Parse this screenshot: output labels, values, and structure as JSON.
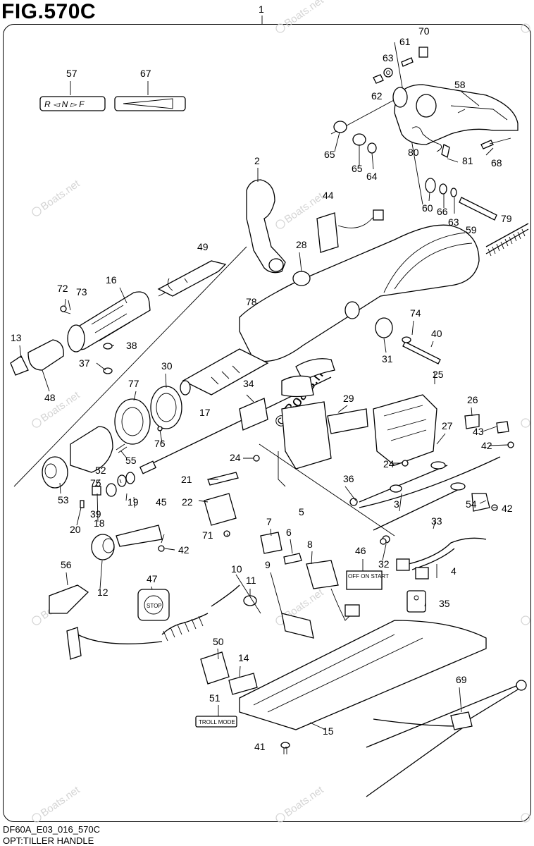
{
  "figure_title": "FIG.570C",
  "footer": {
    "code": "DF60A_E03_016_570C",
    "caption": "OPT:TILLER HANDLE"
  },
  "watermark": "Boats.net",
  "center_watermark": "© Boats.net",
  "plates": {
    "shift_plate": "R ◅ N ▻ F",
    "stop_plate": "STOP",
    "switch_plate": "OFF ON START",
    "troll_plate": "TROLL MODE"
  },
  "callouts": [
    "1",
    "2",
    "3",
    "4",
    "5",
    "6",
    "7",
    "8",
    "9",
    "10",
    "11",
    "12",
    "13",
    "14",
    "15",
    "16",
    "17",
    "18",
    "19",
    "20",
    "21",
    "22",
    "24",
    "24",
    "25",
    "26",
    "27",
    "28",
    "29",
    "30",
    "31",
    "32",
    "33",
    "34",
    "35",
    "36",
    "37",
    "38",
    "39",
    "40",
    "41",
    "42",
    "42",
    "42",
    "43",
    "44",
    "45",
    "46",
    "47",
    "48",
    "49",
    "50",
    "51",
    "52",
    "53",
    "54",
    "55",
    "56",
    "57",
    "58",
    "59",
    "60",
    "61",
    "62",
    "63",
    "63",
    "64",
    "65",
    "65",
    "66",
    "67",
    "68",
    "69",
    "70",
    "71",
    "72",
    "73",
    "74",
    "75",
    "76",
    "77",
    "78",
    "79",
    "80",
    "81"
  ]
}
